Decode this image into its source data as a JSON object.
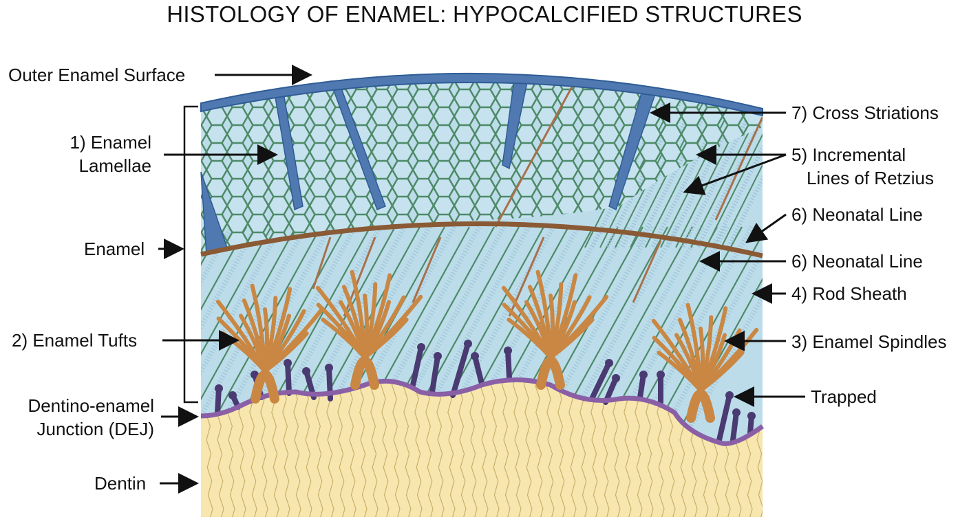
{
  "title": "HISTOLOGY OF ENAMEL: HYPOCALCIFIED STRUCTURES",
  "labels": {
    "outer_surface": "Outer Enamel Surface",
    "lamellae_line1": "1) Enamel",
    "lamellae_line2": "Lamellae",
    "enamel": "Enamel",
    "tufts": "2) Enamel Tufts",
    "dej_line1": "Dentino-enamel",
    "dej_line2": "Junction (DEJ)",
    "dentin": "Dentin",
    "cross_striations": "7) Cross Striations",
    "retzius_line1": "5) Incremental",
    "retzius_line2": "Lines of Retzius",
    "neonatal_upper": "6) Neonatal Line",
    "neonatal_lower": "6) Neonatal Line",
    "rod_sheath": "4) Rod Sheath",
    "spindles": "3) Enamel Spindles",
    "trapped": "Trapped"
  },
  "colors": {
    "enamel_bg": "#bcdcea",
    "outer_surface": "#4f79b0",
    "rod_sheath": "#4d8a68",
    "dentin": "#f7e6ae",
    "dej": "#8a5fa6",
    "tufts": "#c98743",
    "neonatal": "#8a5a35",
    "spindles": "#4a3a72"
  }
}
